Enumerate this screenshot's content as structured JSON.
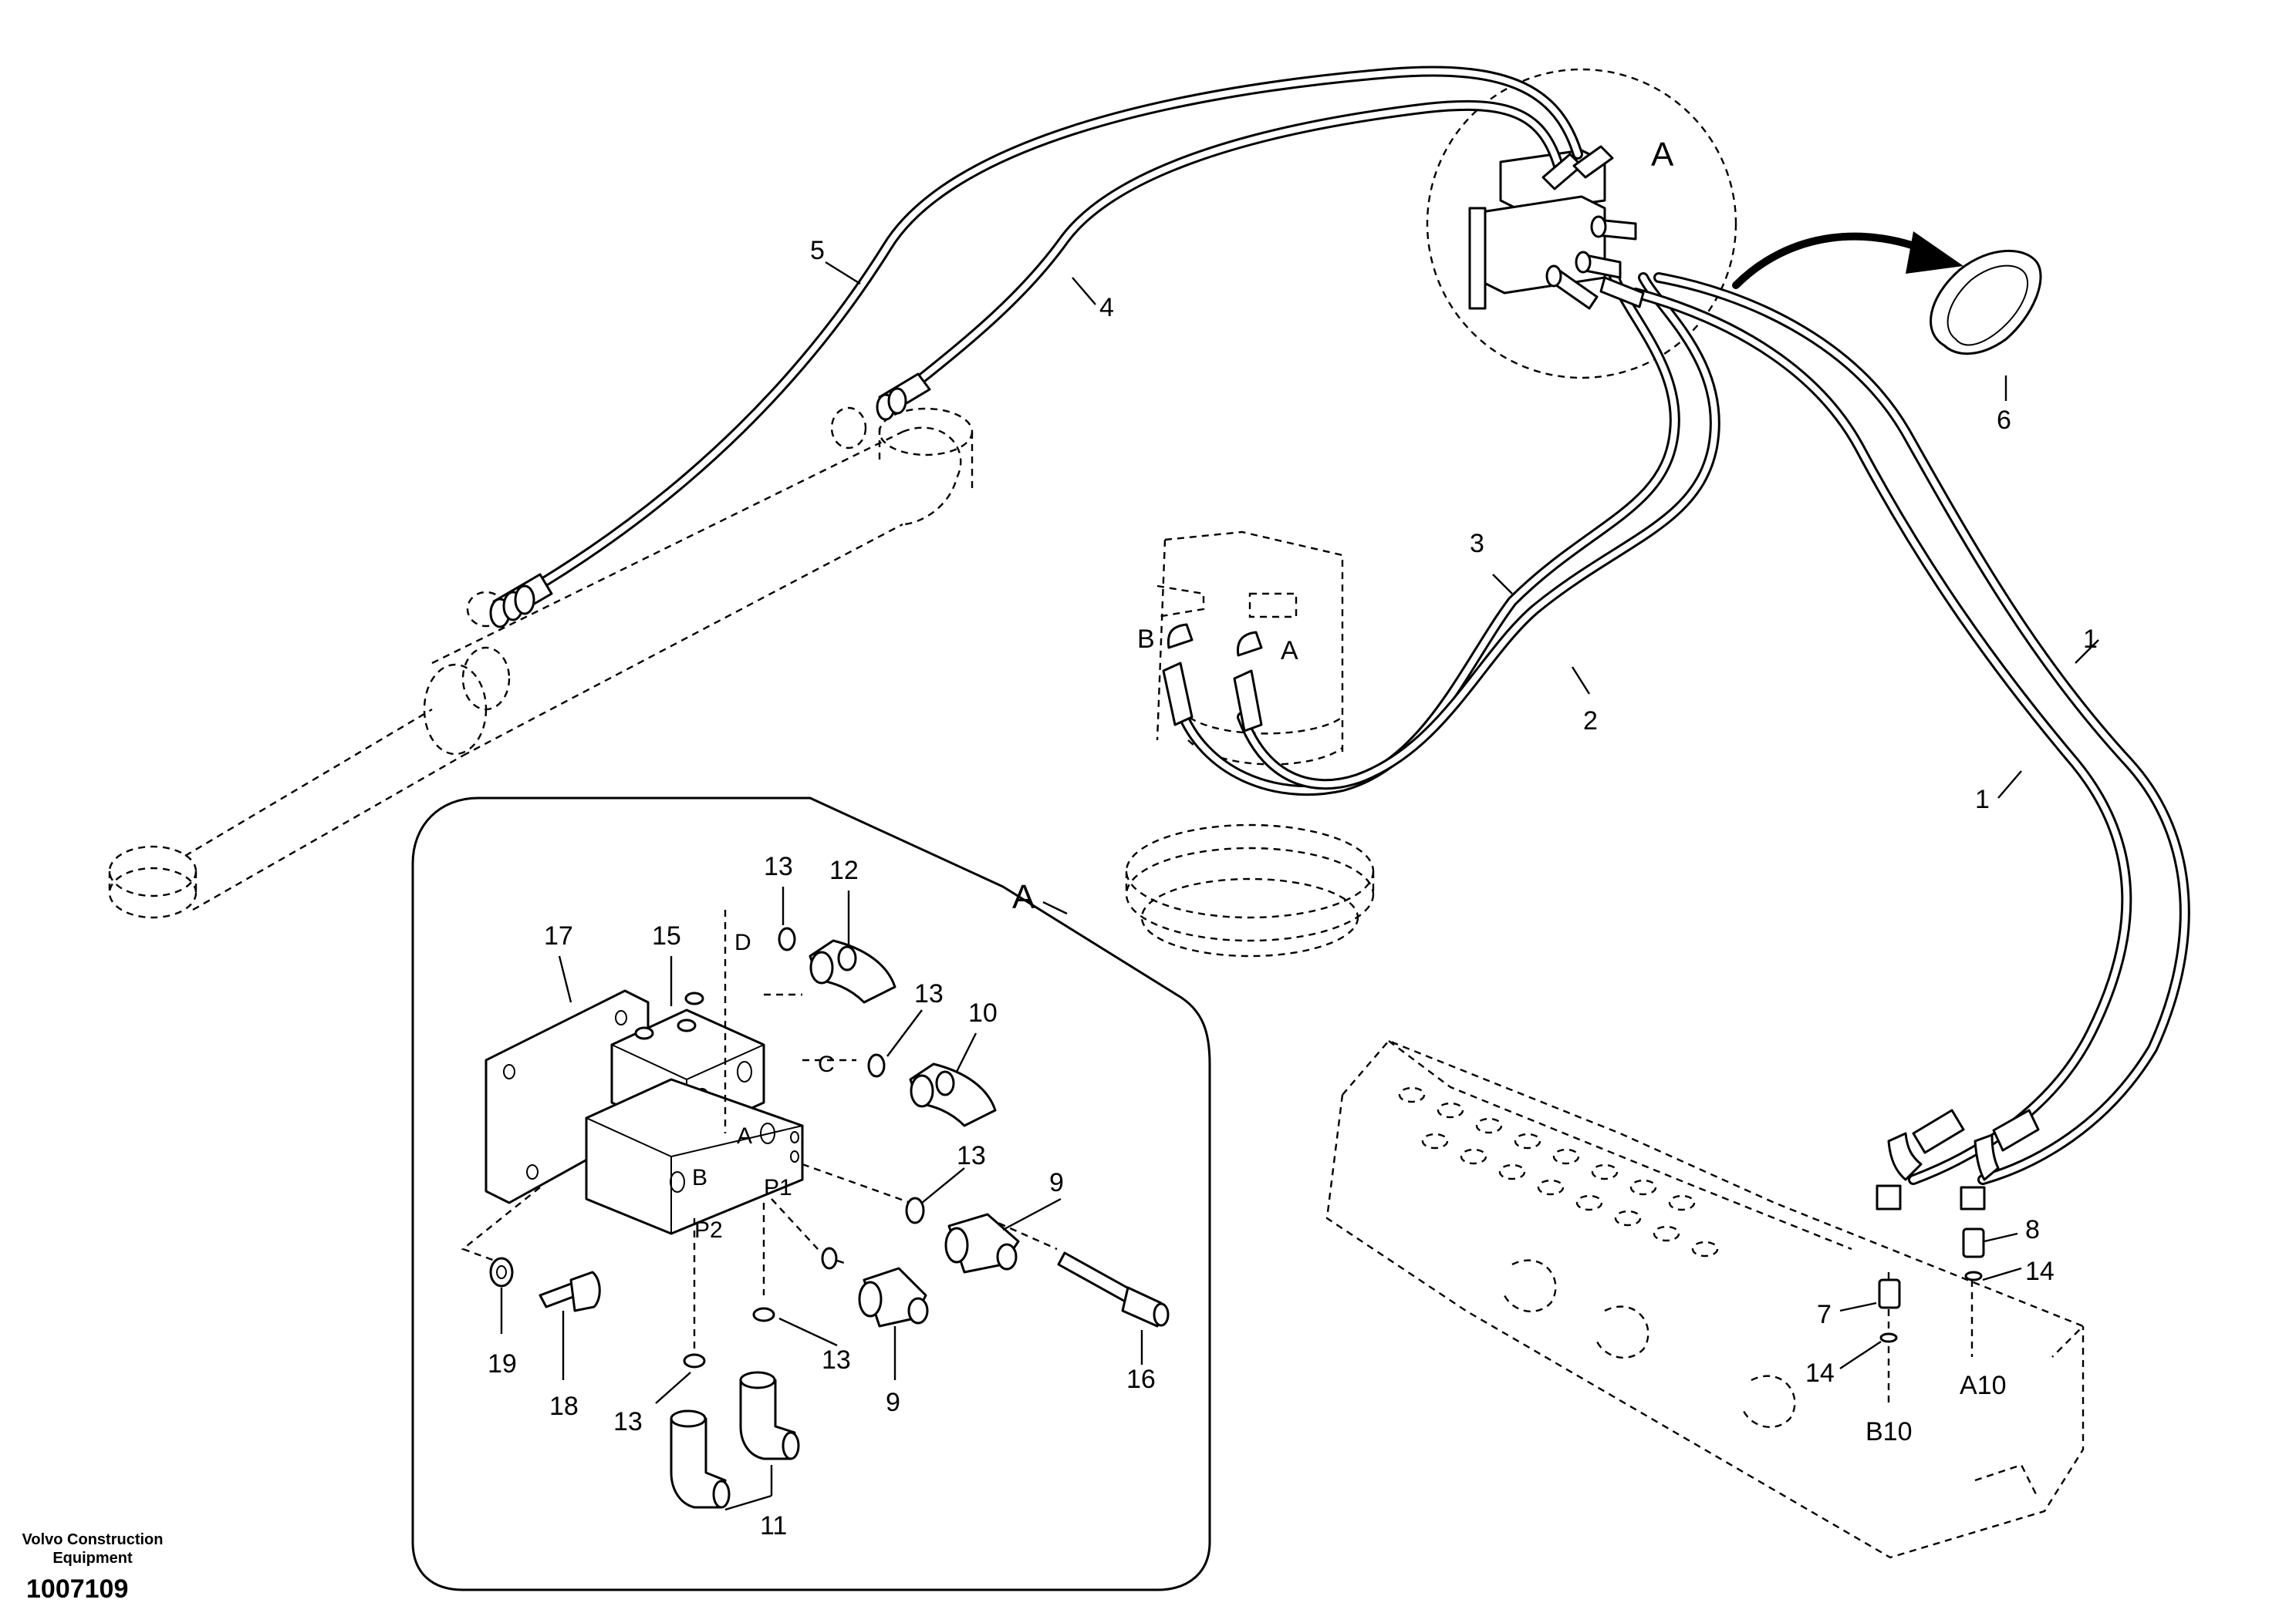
{
  "callouts": {
    "1a": "1",
    "1b": "1",
    "2": "2",
    "3": "3",
    "4": "4",
    "5": "5",
    "6": "6",
    "7": "7",
    "8": "8",
    "14a": "14",
    "14b": "14",
    "a10": "A10",
    "b10": "B10",
    "motor_b": "B",
    "motor_a": "A",
    "detail_a_main": "A"
  },
  "detail_a": {
    "title": "A",
    "items": {
      "9a": "9",
      "9b": "9",
      "10": "10",
      "11": "11",
      "12": "12",
      "13a": "13",
      "13b": "13",
      "13c": "13",
      "13d": "13",
      "13e": "13",
      "15": "15",
      "16": "16",
      "17": "17",
      "18": "18",
      "19": "19"
    },
    "ports": {
      "D": "D",
      "C": "C",
      "A": "A",
      "B": "B",
      "P1": "P1",
      "P2": "P2"
    }
  },
  "footer": {
    "brand_line1": "Volvo Construction",
    "brand_line2": "Equipment",
    "document_number": "1007109"
  }
}
